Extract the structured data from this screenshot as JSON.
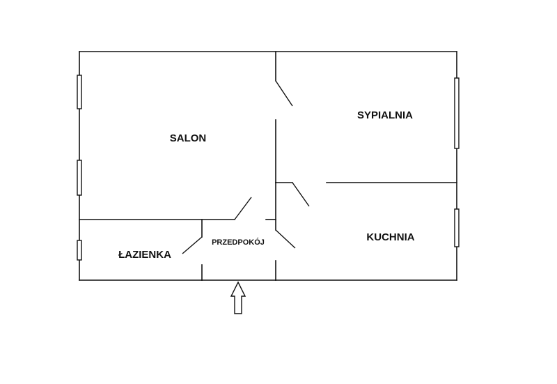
{
  "rooms": {
    "salon": "SALON",
    "sypialnia": "SYPIALNIA",
    "kuchnia": "KUCHNIA",
    "lazienka": "ŁAZIENKA",
    "przedpokoj": "PRZEDPOKÓJ"
  },
  "colors": {
    "line": "#111111",
    "background": "#ffffff"
  },
  "icons": {
    "entrance": "entrance-arrow-icon"
  }
}
